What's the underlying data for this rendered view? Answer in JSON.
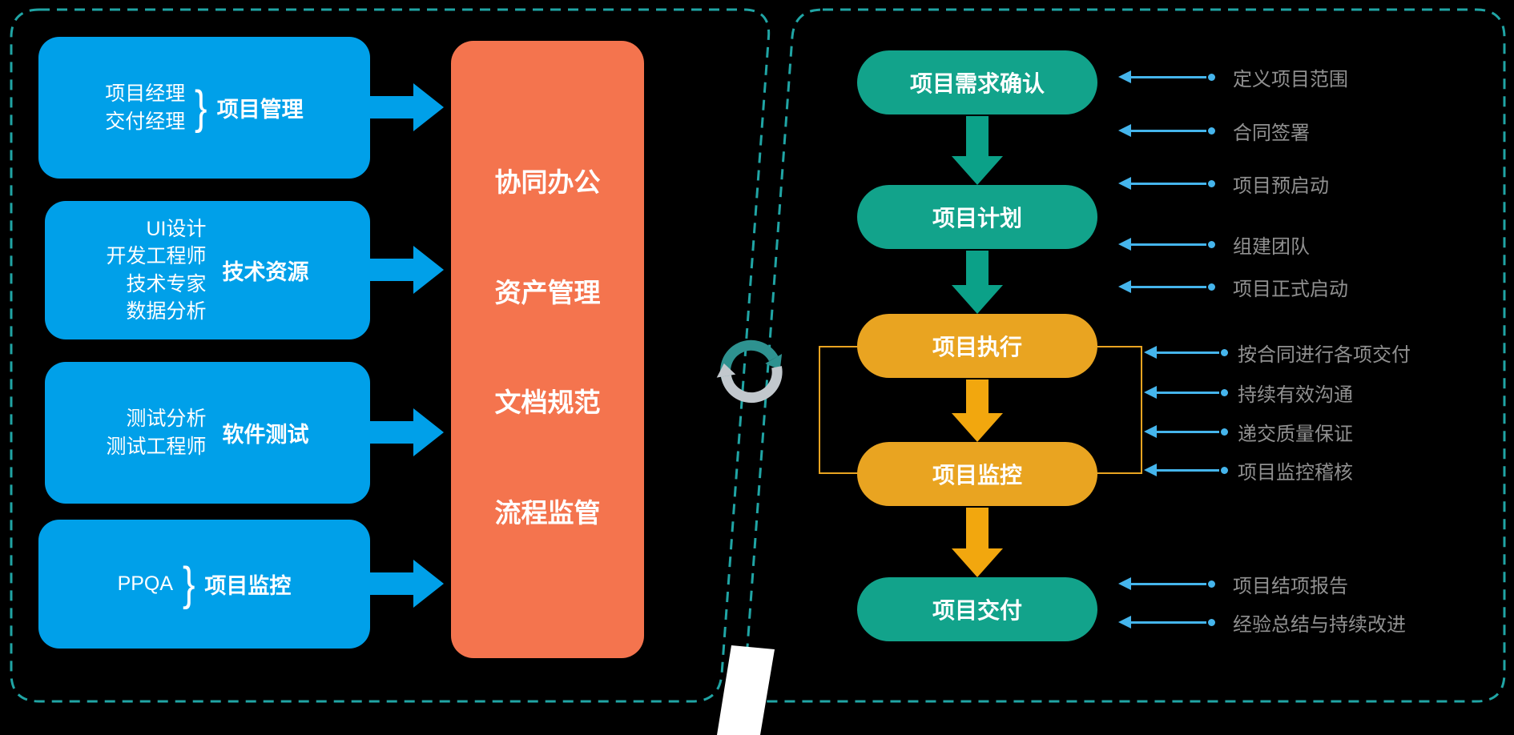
{
  "left_panel": {
    "groups": [
      {
        "roles": "项目经理\n交付经理",
        "brace": "}",
        "label": "项目管理"
      },
      {
        "roles": "UI设计\n开发工程师\n技术专家\n数据分析",
        "brace": "",
        "label": "技术资源"
      },
      {
        "roles": "测试分析\n测试工程师",
        "brace": "",
        "label": "软件测试"
      },
      {
        "roles": "PPQA",
        "brace": "}",
        "label": "项目监控"
      }
    ],
    "platform_items": [
      "协同办公",
      "资产管理",
      "文档规范",
      "流程监管"
    ]
  },
  "center": {
    "sync_icon": "circular-refresh-arrows"
  },
  "right_panel": {
    "stages": [
      {
        "label": "项目需求确认",
        "color": "#12A38B"
      },
      {
        "label": "项目计划",
        "color": "#12A38B"
      },
      {
        "label": "项目执行",
        "color": "#E9A421"
      },
      {
        "label": "项目监控",
        "color": "#E9A421"
      },
      {
        "label": "项目交付",
        "color": "#12A38B"
      }
    ],
    "annotations": [
      "定义项目范围",
      "合同签署",
      "项目预启动",
      "组建团队",
      "项目正式启动",
      "按合同进行各项交付",
      "持续有效沟通",
      "递交质量保证",
      "项目监控稽核",
      "项目结项报告",
      "经验总结与持续改进"
    ]
  },
  "colors": {
    "blue": "#00A0E9",
    "coral": "#F4744E",
    "teal": "#12A38B",
    "amber": "#E9A421",
    "annotation_blue": "#45B5EC",
    "annotation_text": "#909090",
    "dashed_border": "#20A5A5",
    "background": "#000000"
  }
}
